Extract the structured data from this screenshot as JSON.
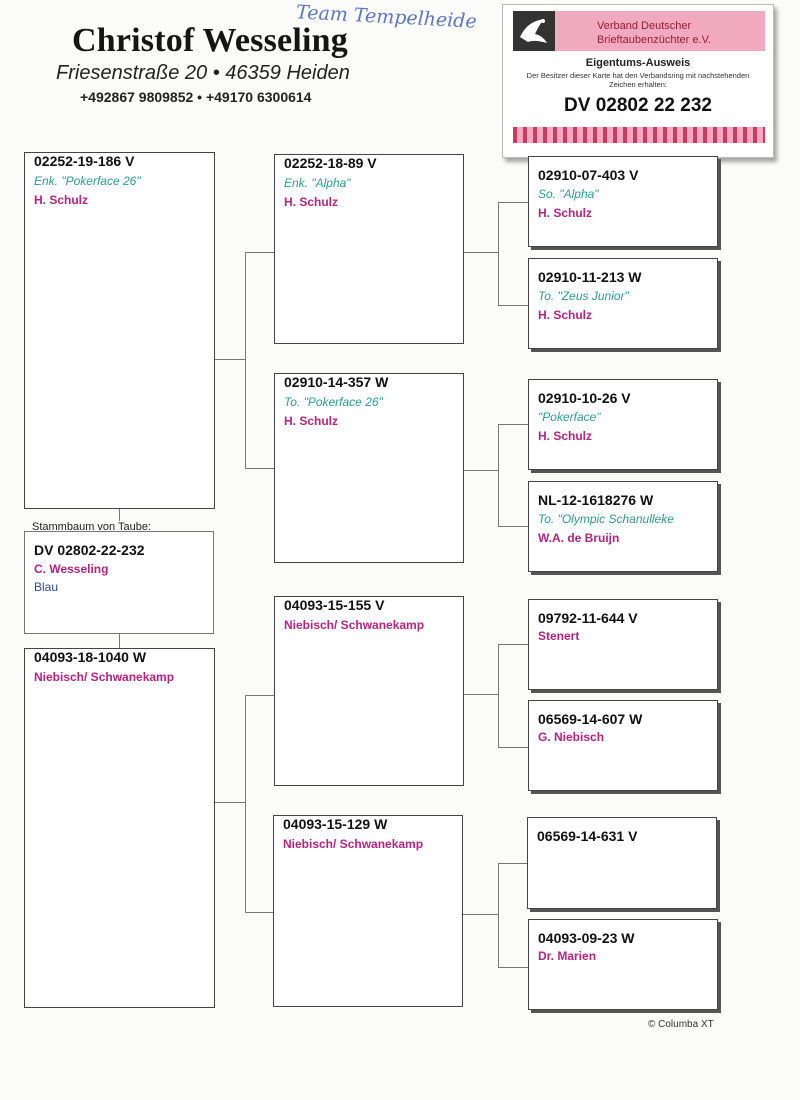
{
  "header": {
    "title": "Christof Wesseling",
    "address": "Friesenstraße 20 • 46359 Heiden",
    "phone": "+492867 9809852 • +49170 6300614",
    "handwritten_note": "Team Tempelheide"
  },
  "ownership_card": {
    "organization_line1": "Verband Deutscher",
    "organization_line2": "Brieftaubenzüchter e.V.",
    "heading": "Eigentums-Ausweis",
    "text": "Der Besitzer dieser Karte hat den Verbandsring mit nachstehenden Zeichen erhalten:",
    "ring_number": "DV 02802 22 232",
    "colors": {
      "accent": "#f0a9be",
      "dark_accent": "#c73c60"
    }
  },
  "pedigree": {
    "subject": {
      "caption": "Stammbaum von Taube:",
      "ring": "DV 02802-22-232",
      "breeder": "C. Wesseling",
      "color": "Blau"
    },
    "sire": {
      "ring": "02252-19-186 V",
      "name": "Enk. \"Pokerface 26\"",
      "breeder": "H. Schulz"
    },
    "dam": {
      "ring": "04093-18-1040 W",
      "breeder": "Niebisch/ Schwanekamp"
    },
    "sire_sire": {
      "ring": "02252-18-89 V",
      "name": "Enk. \"Alpha\"",
      "breeder": "H. Schulz"
    },
    "sire_dam": {
      "ring": "02910-14-357 W",
      "name": "To. \"Pokerface 26\"",
      "breeder": "H. Schulz"
    },
    "dam_sire": {
      "ring": "04093-15-155 V",
      "breeder": "Niebisch/ Schwanekamp"
    },
    "dam_dam": {
      "ring": "04093-15-129 W",
      "breeder": "Niebisch/ Schwanekamp"
    },
    "ggp_1": {
      "ring": "02910-07-403 V",
      "name": "So. \"Alpha\"",
      "breeder": "H. Schulz"
    },
    "ggp_2": {
      "ring": "02910-11-213 W",
      "name": "To. \"Zeus Junior\"",
      "breeder": "H. Schulz"
    },
    "ggp_3": {
      "ring": "02910-10-26 V",
      "name": "\"Pokerface\"",
      "breeder": "H. Schulz"
    },
    "ggp_4": {
      "ring": "NL-12-1618276 W",
      "name": "To. \"Olympic Schanulleke",
      "breeder": "W.A. de Bruijn"
    },
    "ggp_5": {
      "ring": "09792-11-644 V",
      "breeder": "Stenert"
    },
    "ggp_6": {
      "ring": "06569-14-607 W",
      "breeder": "G. Niebisch"
    },
    "ggp_7": {
      "ring": "06569-14-631 V"
    },
    "ggp_8": {
      "ring": "04093-09-23 W",
      "breeder": "Dr. Marien"
    }
  },
  "footer": {
    "copyright": "© Columba XT"
  },
  "colors": {
    "name": "#2f9a91",
    "breeder": "#b2257f",
    "subject_color": "#2c4f90"
  }
}
